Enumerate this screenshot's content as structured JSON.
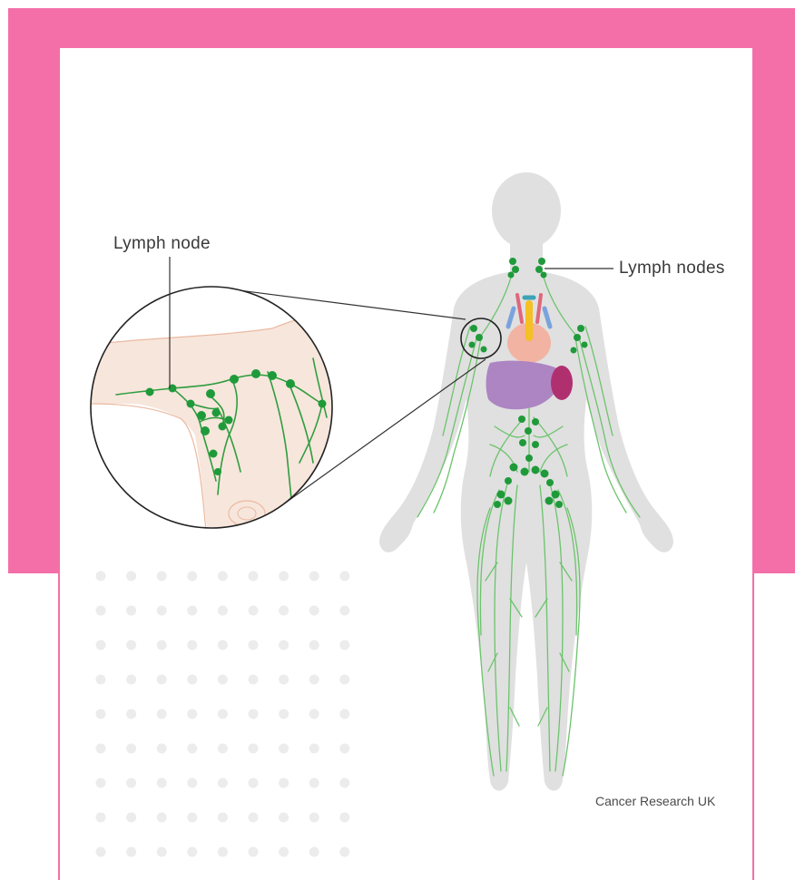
{
  "labels": {
    "lymph_node": "Lymph node",
    "lymph_nodes": "Lymph nodes",
    "credit": "Cancer Research UK"
  },
  "colors": {
    "frame": "#f46fa8",
    "body_silhouette": "#e0e0e0",
    "lymph_vessels": "#6cc36c",
    "lymph_nodes": "#1f9a3a",
    "liver": "#a77bbf",
    "spleen": "#b0306f",
    "heart": "#f2b3a3",
    "skin": "#f7e6dc",
    "dot_grid": "#ececec"
  },
  "icons": [
    "human-body-silhouette",
    "magnifier-circle-detail"
  ]
}
